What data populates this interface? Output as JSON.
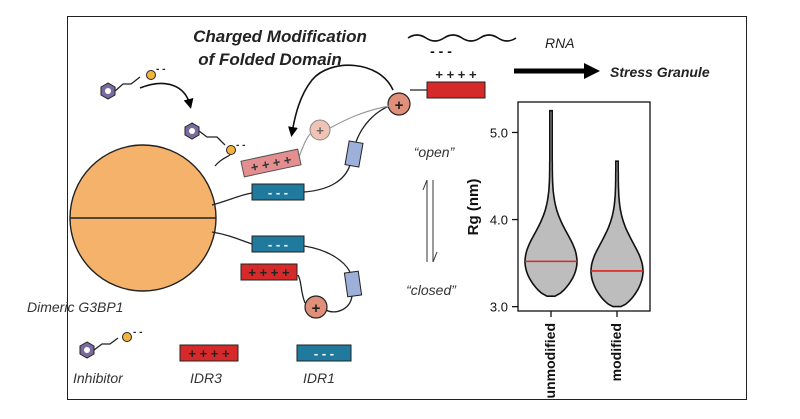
{
  "diagram": {
    "title_line1": "Charged Modification",
    "title_line2": "of Folded Domain",
    "rna_label": "RNA",
    "stress_granule_label": "Stress Granule",
    "state_open": "“open”",
    "state_closed": "“closed”",
    "protein_label": "Dimeric G3BP1",
    "legend": {
      "inhibitor": "Inhibitor",
      "idr3": "IDR3",
      "idr1": "IDR1"
    },
    "symbols": {
      "plus_four": "+ + + +",
      "minus_three": "- - -",
      "minus_two": "- -",
      "plus": "+"
    },
    "colors": {
      "g3bp1_domain": "#F5B26B",
      "idr3_positive": "#D62A2A",
      "idr3_faded": "#E58E90",
      "idr1_negative": "#1F7A9E",
      "linker_block": "#9DB0D9",
      "charge_circle": "#E0907A",
      "charge_circle_faded": "#F0C3B5",
      "inhibitor_ring": "#7A6B9E",
      "inhibitor_tip": "#F2B43C"
    }
  },
  "chart_data": {
    "type": "violin",
    "categories": [
      "unmodified",
      "modified"
    ],
    "ylabel": "Rg (nm)",
    "ylim": [
      2.95,
      5.35
    ],
    "yticks": [
      3.0,
      4.0,
      5.0
    ],
    "ytick_labels": [
      "3.0",
      "4.0",
      "5.0"
    ],
    "median_color": "#E0241D",
    "series": [
      {
        "name": "unmodified",
        "min": 3.12,
        "max": 5.25,
        "median": 3.52
      },
      {
        "name": "modified",
        "min": 3.0,
        "max": 4.67,
        "median": 3.41
      }
    ]
  }
}
